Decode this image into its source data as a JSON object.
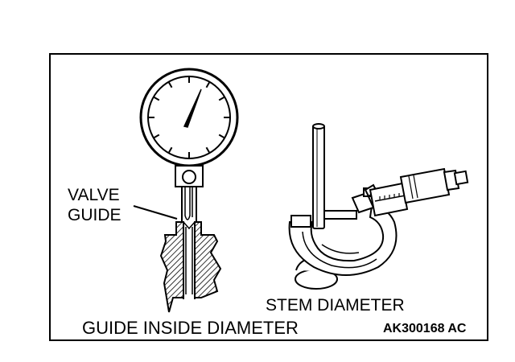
{
  "labels": {
    "valve_guide_line1": "VALVE",
    "valve_guide_line2": "GUIDE",
    "stem_diameter": "STEM DIAMETER",
    "guide_inside_diameter": "GUIDE INSIDE DIAMETER",
    "reference_code": "AK300168 AC"
  },
  "colors": {
    "line": "#000000",
    "background": "#ffffff"
  },
  "icons": {
    "dial_gauge": "dial-gauge-icon",
    "valve_guide": "valve-guide-icon",
    "micrometer": "micrometer-icon",
    "valve_stem": "valve-stem-icon"
  }
}
